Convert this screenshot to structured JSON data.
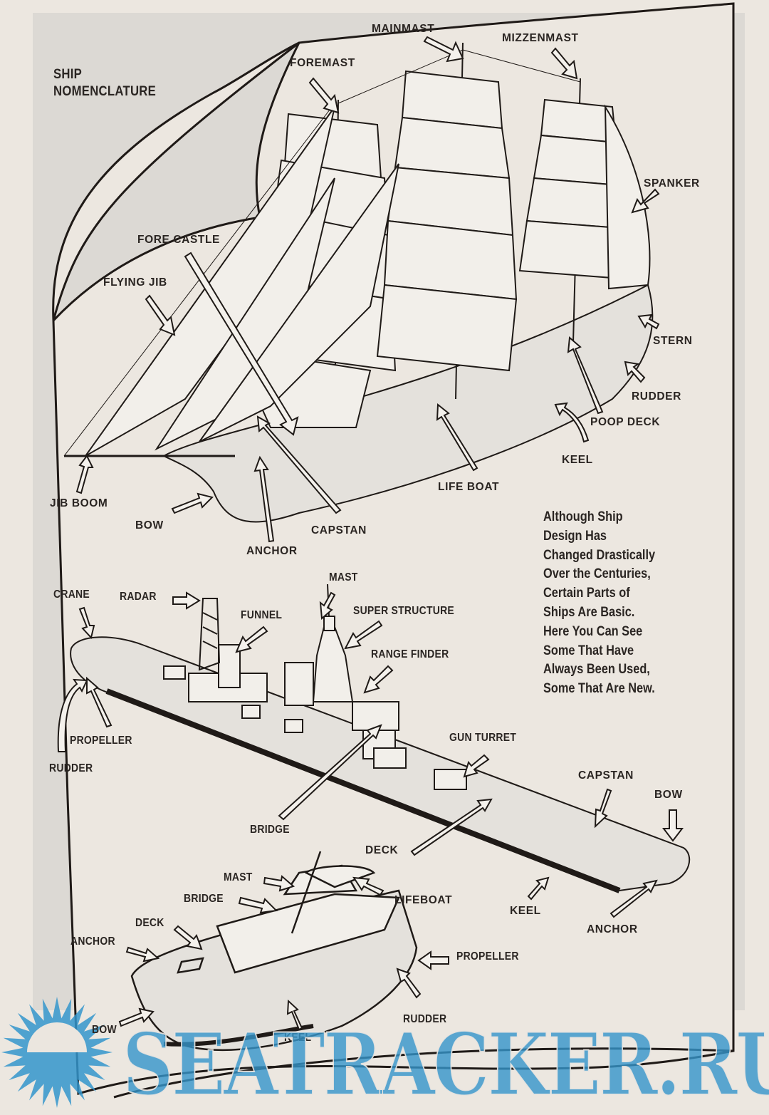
{
  "title": [
    "SHIP",
    "NOMENCLATURE"
  ],
  "sailing_ship": {
    "labels": {
      "mainmast": "MAINMAST",
      "mizzenmast": "MIZZENMAST",
      "foremast": "FOREMAST",
      "spanker": "SPANKER",
      "fore_castle": "FORE CASTLE",
      "flying_jib": "FLYING JIB",
      "stern": "STERN",
      "rudder": "RUDDER",
      "poop_deck": "POOP DECK",
      "keel": "KEEL",
      "life_boat": "LIFE BOAT",
      "jib_boom": "JIB BOOM",
      "bow": "BOW",
      "capstan": "CAPSTAN",
      "anchor": "ANCHOR"
    }
  },
  "warship": {
    "labels": {
      "mast": "MAST",
      "crane": "CRANE",
      "radar": "RADAR",
      "funnel": "FUNNEL",
      "super_structure": "SUPER STRUCTURE",
      "range_finder": "RANGE FINDER",
      "propeller": "PROPELLER",
      "rudder": "RUDDER",
      "gun_turret": "GUN TURRET",
      "capstan": "CAPSTAN",
      "bow": "BOW",
      "bridge": "BRIDGE",
      "deck": "DECK",
      "keel": "KEEL",
      "anchor": "ANCHOR"
    }
  },
  "motor_boat": {
    "labels": {
      "mast": "MAST",
      "bridge": "BRIDGE",
      "lifeboat": "LIFEBOAT",
      "deck": "DECK",
      "anchor": "ANCHOR",
      "propeller": "PROPELLER",
      "rudder": "RUDDER",
      "bow": "BOW",
      "keel": "KEEL"
    }
  },
  "caption": [
    "Although Ship",
    "Design Has",
    "Changed Drastically",
    "Over  the Centuries,",
    "Certain Parts of",
    "Ships Are Basic.",
    "Here You Can See",
    "Some That Have",
    "Always Been Used,",
    "Some That Are New."
  ],
  "watermark": {
    "text": "SEATRACKER.RU",
    "color": "#3495cb",
    "icon": "sun-over-sea-icon"
  },
  "colors": {
    "ink": "#2a2522",
    "paper": "#ece7e0",
    "shade": "#dcd9d4"
  }
}
